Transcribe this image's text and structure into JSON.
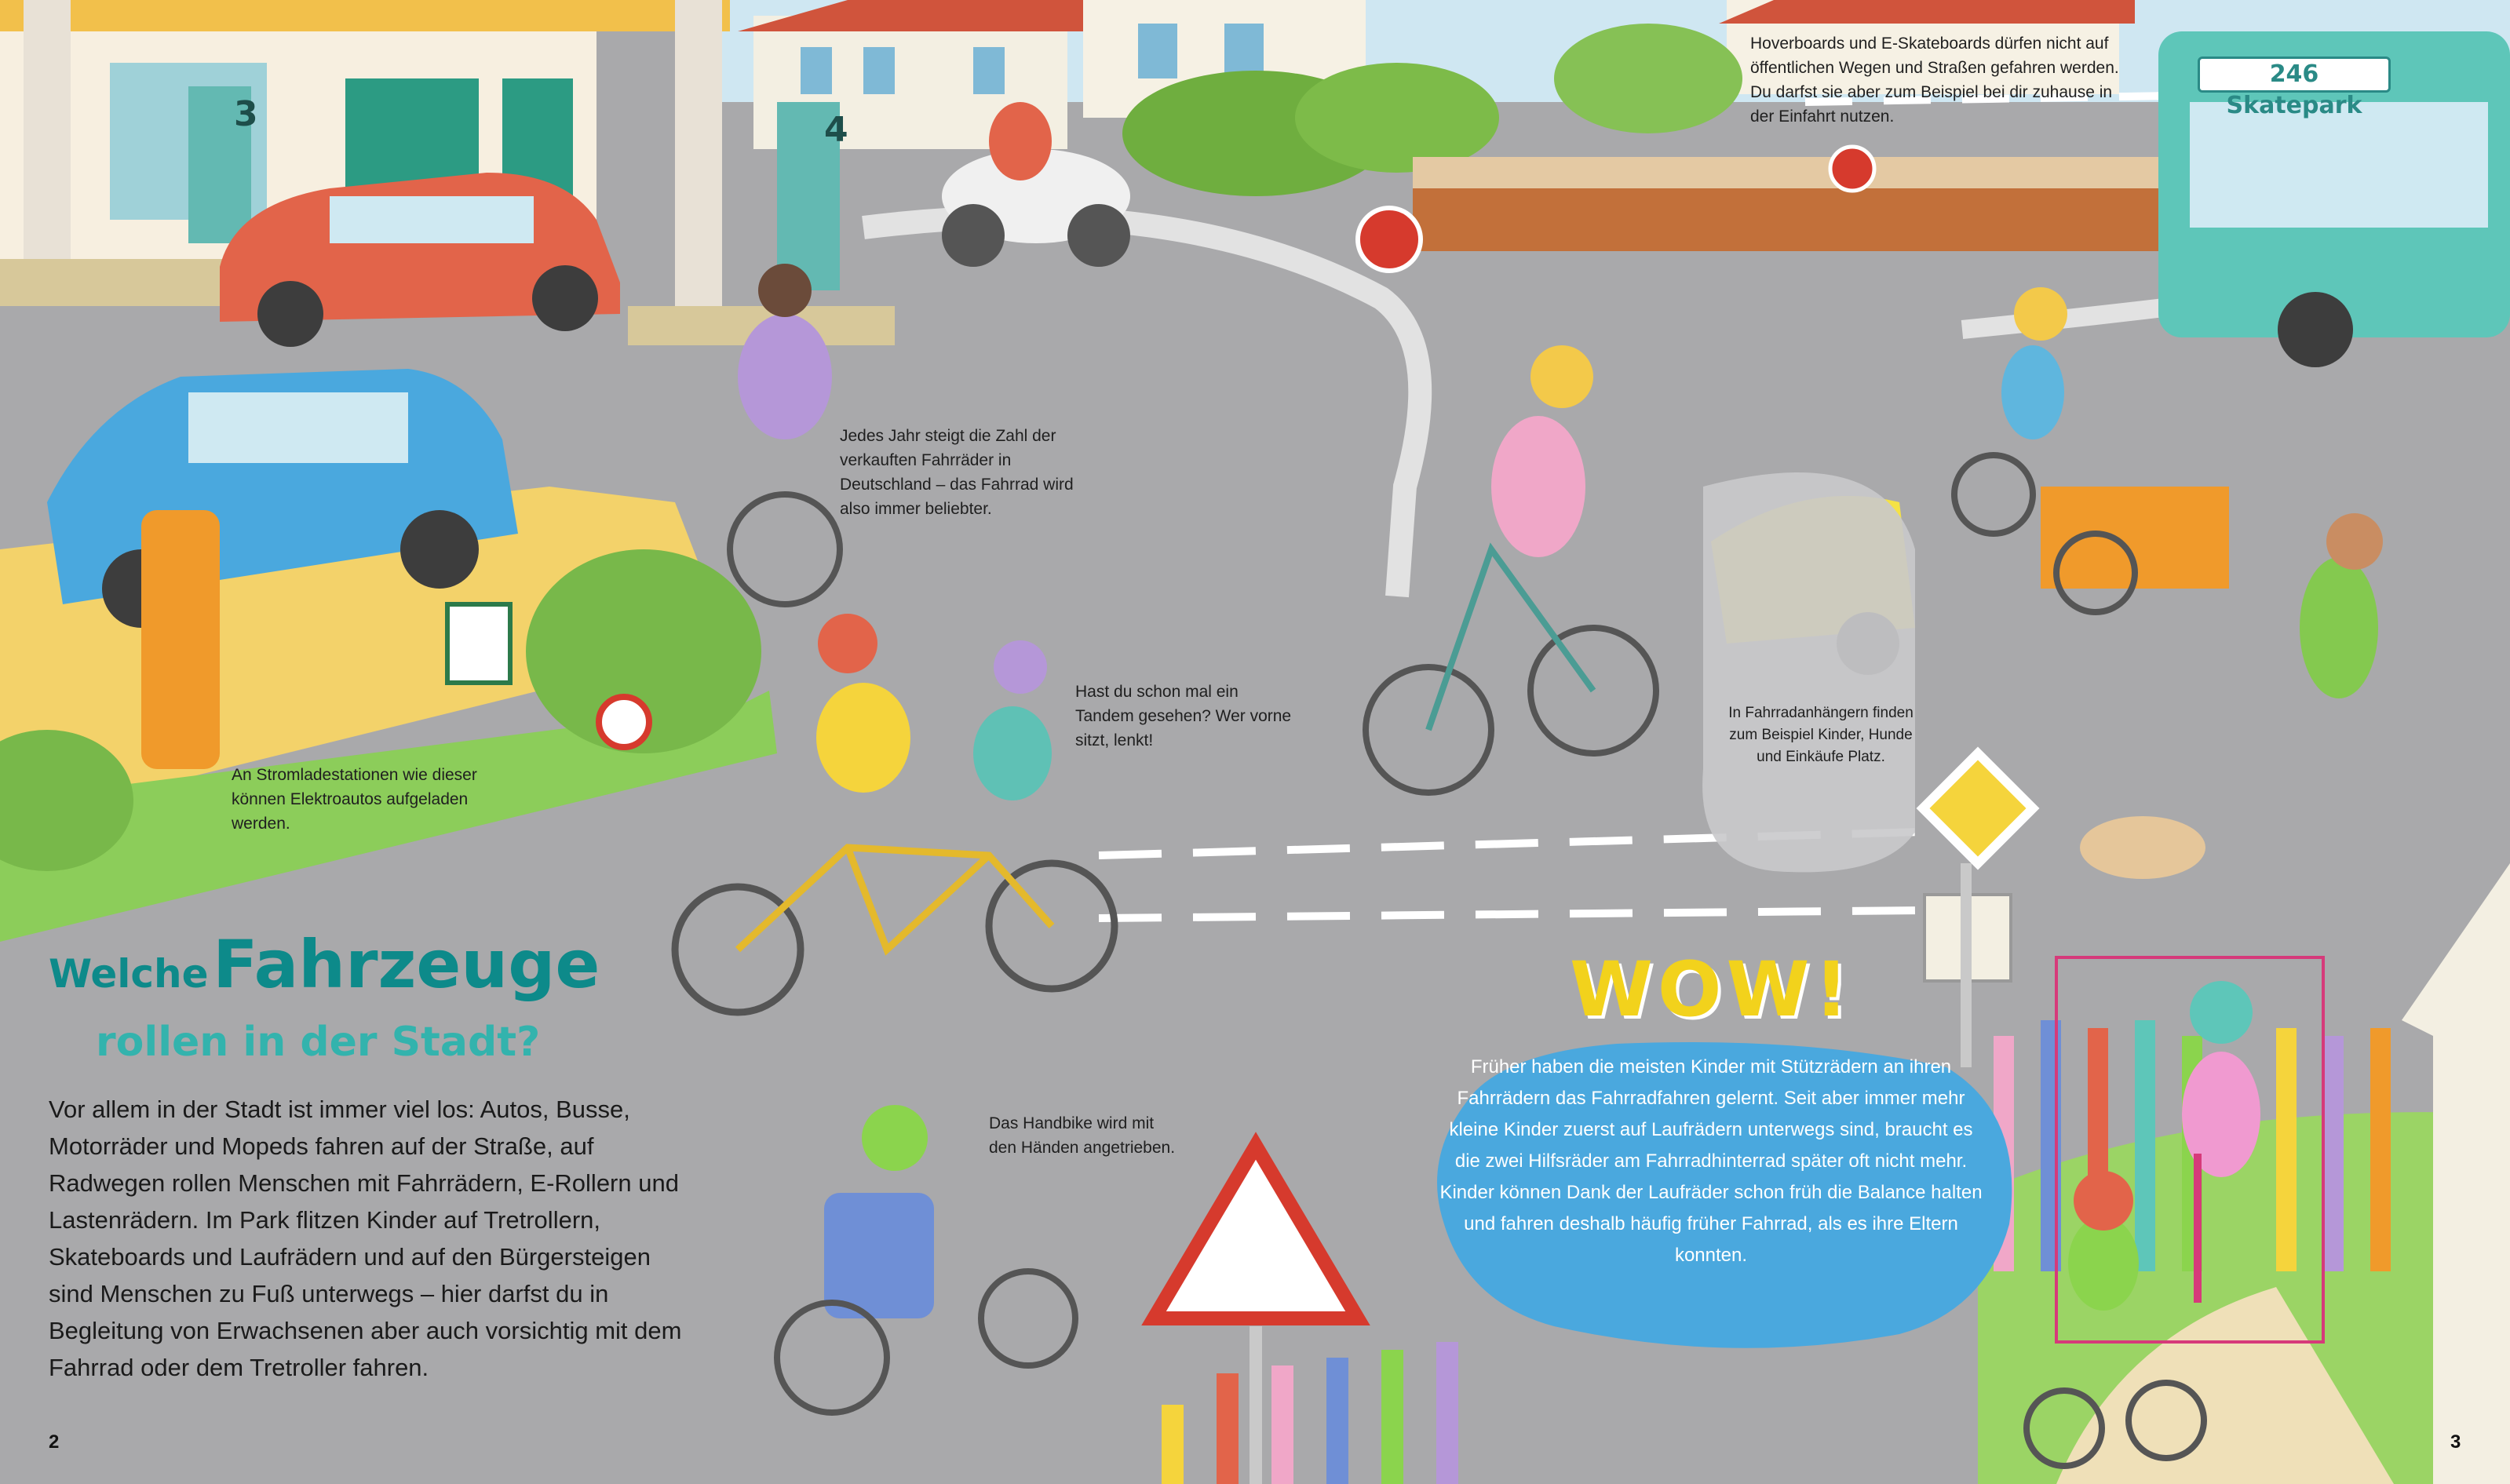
{
  "title": {
    "part1": "Welche",
    "part2": "Fahrzeuge",
    "part3": "rollen in der Stadt?"
  },
  "intro": "Vor allem in der Stadt ist immer viel los: Autos, Busse, Motorräder und Mopeds fahren auf der Straße, auf Radwegen rollen Menschen mit Fahrrädern, E-Rollern und Lastenrädern. Im Park flitzen Kinder auf Tretrollern, Skateboards und Laufrädern und auf den Bürgersteigen sind Menschen zu Fuß unterwegs – hier darfst du in Begleitung von Erwachsenen aber auch vorsichtig mit dem Fahrrad oder dem Tretroller fahren.",
  "captions": {
    "hoverboards": "Hoverboards und E-Skateboards dürfen nicht auf öffentlichen Wegen und Straßen gefahren werden. Du darfst sie aber zum Beispiel bei dir zuhause in der Einfahrt nutzen.",
    "fahrradzahl": "Jedes Jahr steigt die Zahl der verkauften Fahrräder in Deutschland – das Fahrrad wird also immer beliebter.",
    "ladestation": "An Stromladestationen wie dieser können Elektroautos aufgeladen werden.",
    "tandem": "Hast du schon mal ein Tandem gesehen? Wer vorne sitzt, lenkt!",
    "anhaenger": "In Fahrradanhängern finden zum Beispiel Kinder, Hunde und Einkäufe Platz.",
    "handbike": "Das Handbike wird mit den Händen angetrieben."
  },
  "wow": {
    "word": "WOW!",
    "text": "Früher haben die meisten Kinder mit Stützrädern an ihren Fahrrädern das Fahrradfahren gelernt. Seit aber immer mehr kleine Kinder zuerst auf Laufrädern unterwegs sind, braucht es die zwei Hilfsräder am Fahrradhinterrad später oft nicht mehr. Kinder können Dank der Laufräder schon früh die Balance halten und fahren deshalb häufig früher Fahrrad, als es ihre Eltern konnten."
  },
  "scene_labels": {
    "bus_sign": "246 Skatepark",
    "pump_left": "3",
    "pump_right": "4"
  },
  "page_numbers": {
    "left": "2",
    "right": "3"
  },
  "colors": {
    "title_dark": "#0d8a8a",
    "title_light": "#33b3ad",
    "road": "#a9a9ab",
    "wow_yellow": "#f2d21c",
    "wow_blue": "#4aa8de",
    "grass": "#7cc24a"
  }
}
